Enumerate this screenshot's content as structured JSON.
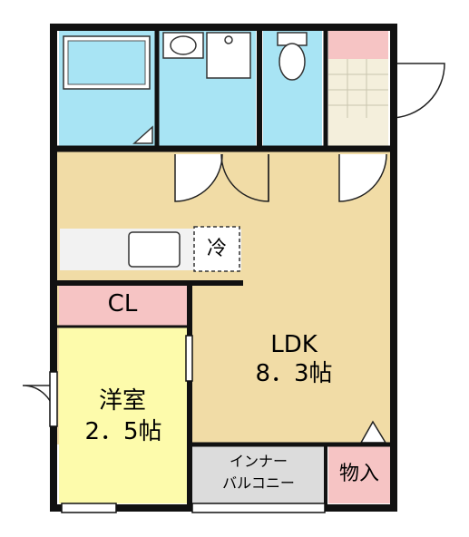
{
  "labels": {
    "ldk_name": "LDK",
    "ldk_size": "8．3帖",
    "western_room_name": "洋室",
    "western_room_size": "2．5帖",
    "closet": "CL",
    "fridge": "冷",
    "storage": "物入",
    "inner_balcony_line1": "インナー",
    "inner_balcony_line2": "バルコニー"
  },
  "colors": {
    "ldk_floor": "#f1dca6",
    "western_room_floor": "#fdfbab",
    "wet_area": "#a8e4f4",
    "closet_storage": "#f6c4c4",
    "entrance_tile": "#f4efdc",
    "balcony": "#dcdcdc",
    "kitchen_counter": "#f2f2f2",
    "wall": "#111111"
  }
}
